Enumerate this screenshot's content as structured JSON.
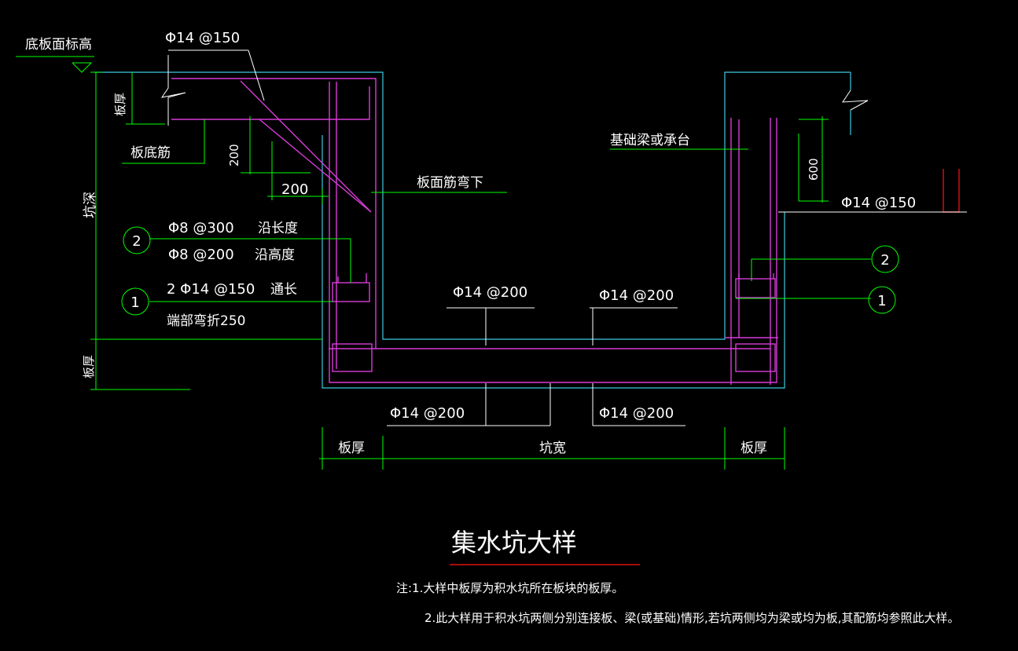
{
  "drawing": {
    "title": "集水坑大样",
    "labels": {
      "floor_elevation": "底板面标高",
      "slab_thickness_top": "板厚",
      "slab_bottom_bar": "板底筋",
      "pit_depth": "坑深",
      "slab_thickness_left": "板厚",
      "top_bar_bent_down": "板面筋弯下",
      "foundation_beam": "基础梁或承台",
      "dim_200_vertical": "200",
      "dim_200_horizontal": "200",
      "dim_600": "600",
      "bottom_slab_thickness_left": "板厚",
      "pit_width": "坑宽",
      "bottom_slab_thickness_right": "板厚"
    },
    "rebar": {
      "top_left": "Φ14 @150",
      "right": "Φ14 @150",
      "bar2_a": "Φ8 @300",
      "bar2_a_dir": "沿长度",
      "bar2_b": "Φ8 @200",
      "bar2_b_dir": "沿高度",
      "bar1": "2 Φ14 @150",
      "bar1_dir": "通长",
      "bar1_note": "端部弯折250",
      "bottom_top_left": "Φ14 @200",
      "bottom_top_right": "Φ14 @200",
      "bottom_bot_left": "Φ14 @200",
      "bottom_bot_right": "Φ14 @200"
    },
    "markers": {
      "left_2": "2",
      "left_1": "1",
      "right_2": "2",
      "right_1": "1"
    },
    "notes": {
      "note1": "注:1.大样中板厚为积水坑所在板块的板厚。",
      "note2": "2.此大样用于积水坑两侧分别连接板、梁(或基础)情形,若坑两侧均为梁或均为板,其配筋均参照此大样。"
    },
    "colors": {
      "background": "#000000",
      "dimension": "#00ff00",
      "concrete": "#3ec9e0",
      "rebar": "#d83bd8",
      "leader": "#ffffff",
      "title_underline": "#e01010"
    }
  }
}
